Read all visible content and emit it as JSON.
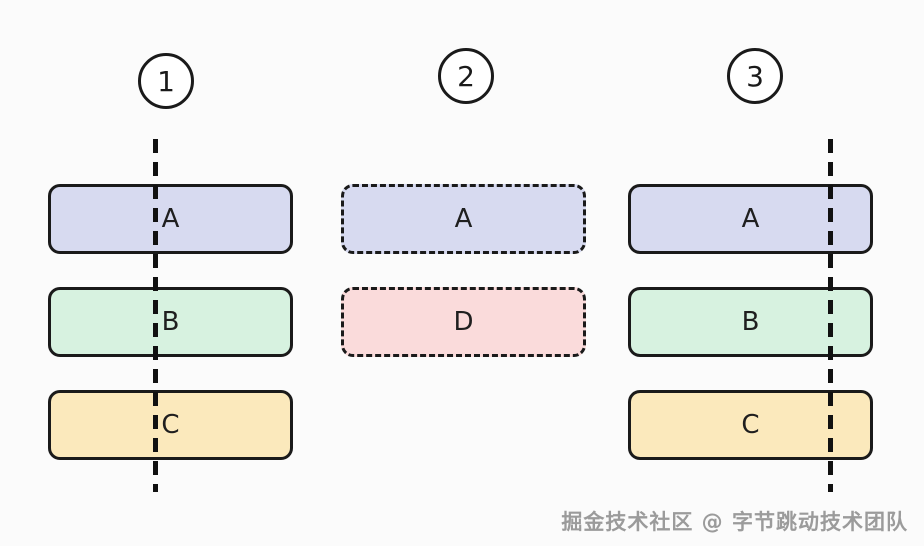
{
  "watermark": "掘金技术社区 @ 字节跳动技术团队",
  "colors": {
    "lavender": "#d7daf0",
    "green": "#d7f2e0",
    "yellow": "#fbe9bc",
    "pink": "#fadbdb",
    "border": "#1a1a1a",
    "background": "#fbfbfb",
    "watermark": "#9b9b9b"
  },
  "columns": [
    {
      "number": "1",
      "dashed_line": "center",
      "boxes": [
        {
          "label": "A",
          "fill": "lavender",
          "border": "solid"
        },
        {
          "label": "B",
          "fill": "green",
          "border": "solid"
        },
        {
          "label": "C",
          "fill": "yellow",
          "border": "solid"
        }
      ]
    },
    {
      "number": "2",
      "dashed_line": "none",
      "boxes": [
        {
          "label": "A",
          "fill": "lavender",
          "border": "dashed"
        },
        {
          "label": "D",
          "fill": "pink",
          "border": "dashed"
        }
      ]
    },
    {
      "number": "3",
      "dashed_line": "right",
      "boxes": [
        {
          "label": "A",
          "fill": "lavender",
          "border": "solid"
        },
        {
          "label": "B",
          "fill": "green",
          "border": "solid"
        },
        {
          "label": "C",
          "fill": "yellow",
          "border": "solid"
        }
      ]
    }
  ]
}
